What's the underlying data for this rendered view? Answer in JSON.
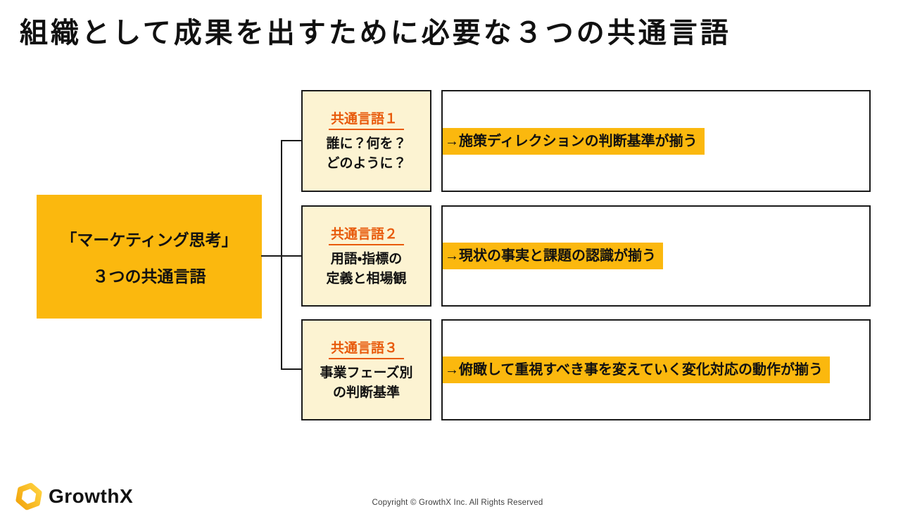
{
  "slide": {
    "title": "組織として成果を出すために必要な３つの共通言語",
    "root_box": {
      "line1": "「マーケティング思考」",
      "line2": "３つの共通言語"
    },
    "rows": [
      {
        "label": "共通言語１",
        "body_line1": "誰に？何を？",
        "body_line2": "どのように？",
        "outcome": "→施策ディレクションの判断基準が揃う"
      },
      {
        "label": "共通言語２",
        "body_line1": "用語・指標の",
        "body_line2": "定義と相場観",
        "outcome": "→現状の事実と課題の認識が揃う"
      },
      {
        "label": "共通言語３",
        "body_line1": "事業フェーズ別",
        "body_line2": "の判断基準",
        "outcome": "→俯瞰して重視すべき事を変えていく変化対応の動作が揃う"
      }
    ],
    "footer": {
      "logo_text": "GrowthX",
      "copyright": "Copyright © GrowthX Inc. All Rights Reserved"
    },
    "colors": {
      "amber": "#FBB80E",
      "cream": "#FCF3D2",
      "accent_text": "#E85A0B",
      "border": "#1A1A1A",
      "logo_yellow_light": "#FFD23F",
      "logo_yellow_dark": "#F2A50C"
    }
  }
}
